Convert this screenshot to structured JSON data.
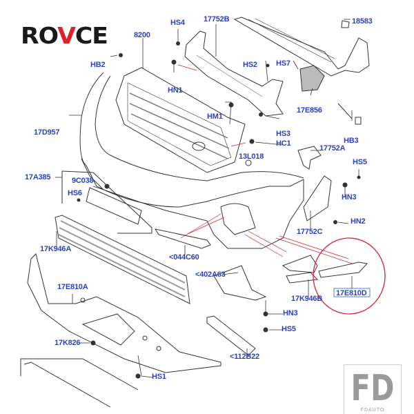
{
  "brand": {
    "logo_text_pre": "RO",
    "logo_text_accent": "V",
    "logo_text_post": "CE",
    "watermark_big": "FD",
    "watermark_small": "FDAUTO"
  },
  "colors": {
    "label": "#2b3fc4",
    "highlight": "#d8222a",
    "line": "#333333",
    "logo_accent": "#e0202a"
  },
  "labels": {
    "hs4": "HS4",
    "l17752b": "17752B",
    "l18583": "18583",
    "l8200": "8200",
    "hb2": "HB2",
    "hs2": "HS2",
    "hs7": "HS7",
    "hn1": "HN1",
    "l17e856": "17E856",
    "hm1": "HM1",
    "l17d957": "17D957",
    "hs3": "HS3",
    "hb3": "HB3",
    "hc1": "HC1",
    "l17752a": "17752A",
    "l13l018": "13L018",
    "hs5a": "HS5",
    "l17a385": "17A385",
    "l9c038": "9C038",
    "hs6": "HS6",
    "hn3a": "HN3",
    "hn2": "HN2",
    "l17752c": "17752C",
    "l17k946a": "17K946A",
    "l044c60": "<044C60",
    "l402a63": "<402A63",
    "l17e810a": "17E810A",
    "l17k946b": "17K946B",
    "l17e810d": "17E810D",
    "hn3b": "HN3",
    "hs5b": "HS5",
    "l17k826": "17K826",
    "l112b22": "<112B22",
    "hs1": "HS1"
  }
}
